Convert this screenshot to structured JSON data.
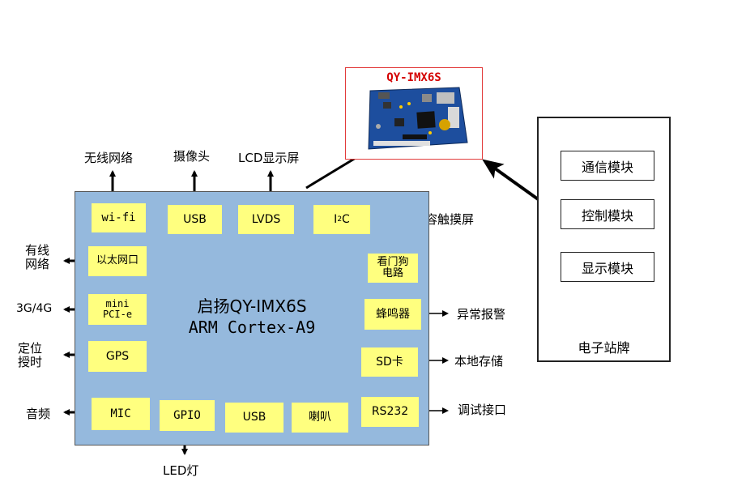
{
  "board": {
    "title_line1": "启扬QY-IMX6S",
    "title_line2": "ARM Cortex-A9",
    "chips": {
      "wifi": "wi-fi",
      "usb_top": "USB",
      "lvds": "LVDS",
      "i2c_prefix": "I",
      "i2c_sup": "2",
      "i2c_suffix": "C",
      "ethernet": "以太网口",
      "mini_pcie_l1": "mini",
      "mini_pcie_l2": "PCI-e",
      "gps": "GPS",
      "mic": "MIC",
      "gpio": "GPIO",
      "usb_bottom": "USB",
      "speaker": "喇叭",
      "watchdog_l1": "看门狗",
      "watchdog_l2": "电路",
      "buzzer": "蜂鸣器",
      "sd": "SD卡",
      "rs232": "RS232"
    }
  },
  "external_labels": {
    "wireless_network": "无线网络",
    "camera": "摄像头",
    "lcd_display": "LCD显示屏",
    "touchscreen": "电容触摸屏",
    "wired_l1": "有线",
    "wired_l2": "网络",
    "3g4g": "3G/4G",
    "positioning_l1": "定位",
    "positioning_l2": "授时",
    "audio": "音频",
    "led": "LED灯",
    "alarm": "异常报警",
    "local_storage": "本地存储",
    "debug_port": "调试接口"
  },
  "photo": {
    "title": "QY-IMX6S"
  },
  "sign": {
    "modules": [
      "通信模块",
      "控制模块",
      "显示模块"
    ],
    "caption": "电子站牌"
  },
  "colors": {
    "board": "#95b9dd",
    "chip": "#ffff7f",
    "photo_title": "#d40000",
    "photo_border": "#e23b3b"
  }
}
